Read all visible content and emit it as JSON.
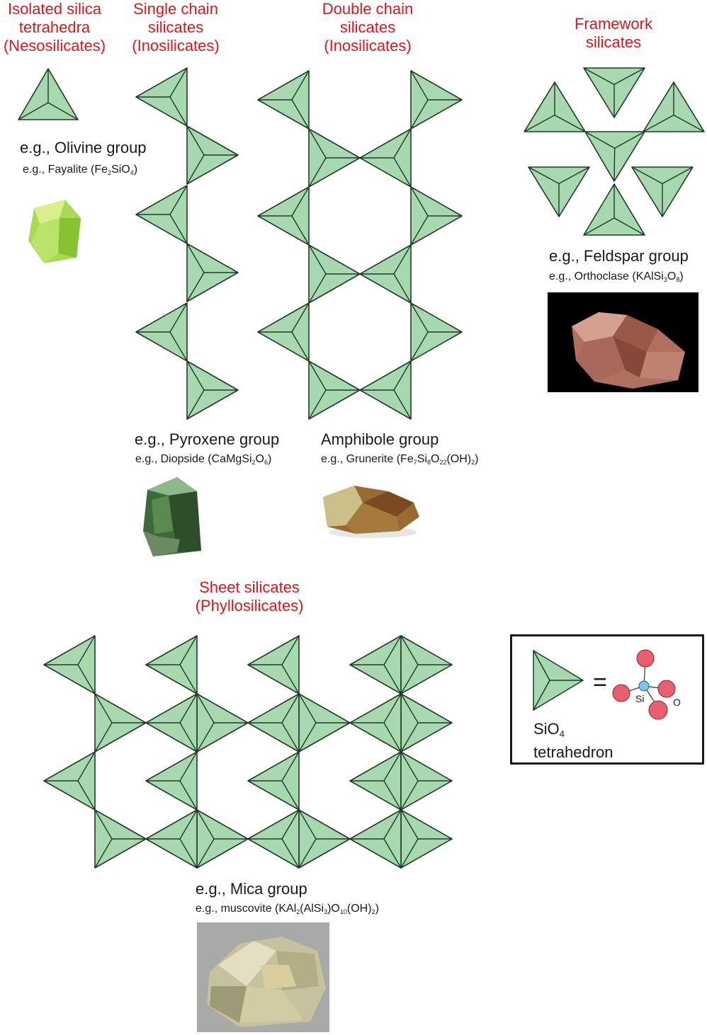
{
  "titles": {
    "nesosilicates": [
      "Isolated silica",
      "tetrahedra",
      "(Nesosilicates)"
    ],
    "single_chain": [
      "Single chain",
      "silicates",
      "(Inosilicates)"
    ],
    "double_chain": [
      "Double chain",
      "silicates",
      "(Inosilicates)"
    ],
    "framework": [
      "Framework",
      "silicates"
    ],
    "sheet": [
      "Sheet silicates",
      "(Phyllosilicates)"
    ]
  },
  "groups": {
    "olivine": {
      "group": "e.g., Olivine group",
      "example_prefix": "e.g., Fayalite (",
      "formula_parts": [
        "Fe",
        "2",
        "SiO",
        "4",
        ")"
      ],
      "photo": "green olivine crystal"
    },
    "pyroxene": {
      "group": "e.g., Pyroxene group",
      "example_prefix": "e.g., Diopside (",
      "formula_parts": [
        "CaMgSi",
        "2",
        "O",
        "6",
        ")"
      ],
      "photo": "dark green diopside crystal"
    },
    "amphibole": {
      "group": "Amphibole group",
      "example_prefix": "e.g., Grunerite (",
      "formula_parts": [
        "Fe",
        "7",
        "Si",
        "8",
        "O",
        "22",
        "(OH)",
        "2",
        ")"
      ],
      "photo": "brown grunerite rock"
    },
    "feldspar": {
      "group": "e.g., Feldspar group",
      "example_prefix": "e.g., Orthoclase (",
      "formula_parts": [
        "KAlSi",
        "3",
        "O",
        "8",
        ")"
      ],
      "photo": "pink orthoclase on black"
    },
    "mica": {
      "group": "e.g., Mica group",
      "example_prefix": "e.g., muscovite (",
      "formula_parts": [
        "KAl",
        "2",
        "(AlSi",
        "3",
        ")O",
        "10",
        "(OH)",
        "2",
        ")"
      ],
      "photo": "pale muscovite crystals"
    }
  },
  "legend": {
    "equals": "=",
    "si_label": "Si",
    "o_label": "O",
    "sio4_prefix": "SiO",
    "sio4_sub": "4",
    "tetrahedron": "tetrahedron"
  },
  "colors": {
    "tetra_fill": "#a8d8b0",
    "tetra_stroke": "#1f3b26",
    "title_red": "#d7191f",
    "oxygen": "#e8606e",
    "silicon": "#7fc3ea"
  }
}
